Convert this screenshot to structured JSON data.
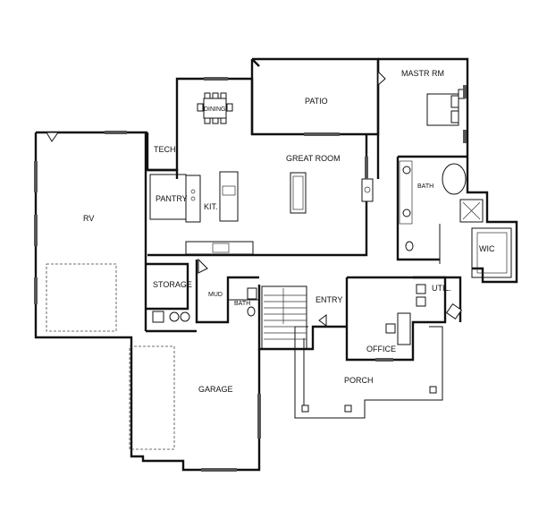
{
  "rooms": {
    "rv": "RV",
    "tech": "TECH",
    "dining": "DINING",
    "patio": "PATIO",
    "master": "MASTR RM",
    "great_room": "GREAT ROOM",
    "pantry": "PANTRY",
    "kitchen": "KIT.",
    "bath_master": "BATH",
    "wic": "WIC",
    "storage": "STORAGE",
    "mud": "MUD",
    "bath_small": "BATH",
    "entry": "ENTRY",
    "util": "UTIL.",
    "office": "OFFICE",
    "porch": "PORCH",
    "garage": "GARAGE"
  }
}
